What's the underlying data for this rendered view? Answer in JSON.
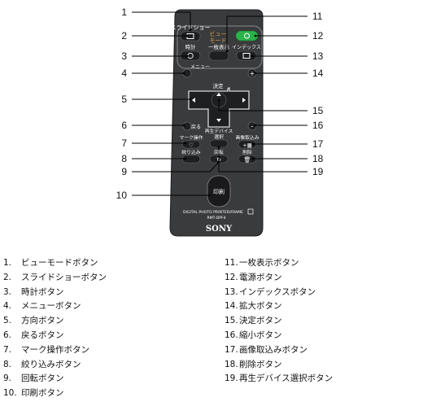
{
  "remote": {
    "slideshow_label": "スライドショー",
    "view_label_line1": "ビュー",
    "view_label_line2": "モード",
    "clock_label": "時計",
    "single_view_label": "一枚表示",
    "index_label": "インデックス",
    "menu_label": "メニュー",
    "enter_label": "決定",
    "back_label": "戻る",
    "device_select_label_line1": "再生デバイス",
    "device_select_label_line2": "選択",
    "mark_label": "マーク操作",
    "import_label": "画像取込み",
    "filter_label": "絞り込み",
    "rotate_label": "回転",
    "delete_label": "削除",
    "print_label": "印刷",
    "model_line1": "DIGITAL PHOTO PRINTER/FRAME",
    "model_line2": "RMT-DPF4",
    "brand": "SONY",
    "body_color": "#3a3b3d",
    "power_color": "#2bb34a"
  },
  "callouts": [
    "1",
    "2",
    "3",
    "4",
    "5",
    "6",
    "7",
    "8",
    "9",
    "10",
    "11",
    "12",
    "13",
    "14",
    "15",
    "16",
    "17",
    "18",
    "19"
  ],
  "legend": {
    "left": [
      {
        "num": "1.",
        "text": "ビューモードボタン"
      },
      {
        "num": "2.",
        "text": "スライドショーボタン"
      },
      {
        "num": "3.",
        "text": "時計ボタン"
      },
      {
        "num": "4.",
        "text": "メニューボタン"
      },
      {
        "num": "5.",
        "text": "方向ボタン"
      },
      {
        "num": "6.",
        "text": "戻るボタン"
      },
      {
        "num": "7.",
        "text": "マーク操作ボタン"
      },
      {
        "num": "8.",
        "text": "絞り込みボタン"
      },
      {
        "num": "9.",
        "text": "回転ボタン"
      },
      {
        "num": "10.",
        "text": "印刷ボタン"
      }
    ],
    "right": [
      {
        "num": "11.",
        "text": "一枚表示ボタン"
      },
      {
        "num": "12.",
        "text": "電源ボタン"
      },
      {
        "num": "13.",
        "text": "インデックスボタン"
      },
      {
        "num": "14.",
        "text": "拡大ボタン"
      },
      {
        "num": "15.",
        "text": "決定ボタン"
      },
      {
        "num": "16.",
        "text": "縮小ボタン"
      },
      {
        "num": "17.",
        "text": "画像取込みボタン"
      },
      {
        "num": "18.",
        "text": "削除ボタン"
      },
      {
        "num": "19.",
        "text": "再生デバイス選択ボタン"
      }
    ]
  }
}
